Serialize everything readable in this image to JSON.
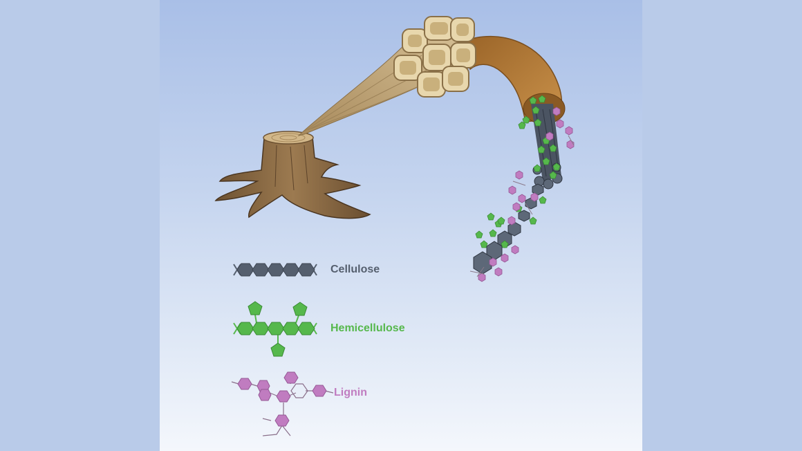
{
  "legend": {
    "cellulose": "Cellulose",
    "hemicellulose": "Hemicellulose",
    "lignin": "Lignin"
  },
  "colors": {
    "cellulose": "#555f6e",
    "hemicellulose": "#56b84c",
    "lignin": "#c07cc0",
    "wood": "#8a6a45",
    "fiber": "#c9b286",
    "sheath": "#b57a34"
  },
  "icons": {
    "stump": "tree-stump-icon",
    "fiber-bundle": "fiber-bundle-icon"
  }
}
